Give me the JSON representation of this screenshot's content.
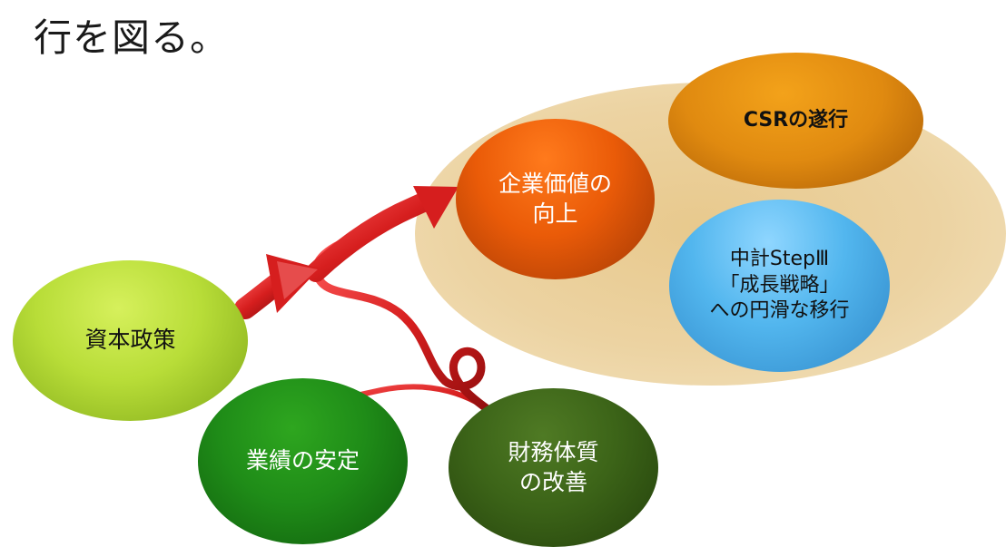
{
  "heading": "行を図る。",
  "nodes": {
    "csr": "CSRの遂行",
    "kigyo": "企業価値の\n向上",
    "chukei": "中計StepⅢ\n「成長戦略」\nへの円滑な移行",
    "shihon": "資本政策",
    "gyoseki": "業績の安定",
    "zaimu": "財務体質\nの改善"
  },
  "colors": {
    "arrow": "#cc1a1a",
    "ellipse": "#ecd3a2"
  }
}
